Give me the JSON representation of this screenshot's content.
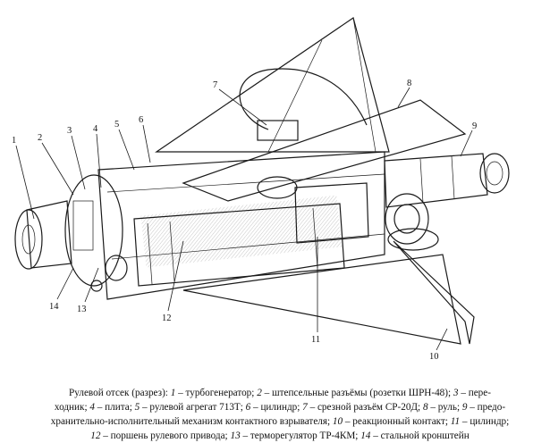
{
  "labels": {
    "l1": "1",
    "l2": "2",
    "l3": "3",
    "l4": "4",
    "l5": "5",
    "l6": "6",
    "l7": "7",
    "l8": "8",
    "l9": "9",
    "l10": "10",
    "l11": "11",
    "l12": "12",
    "l13": "13",
    "l14": "14"
  },
  "caption": {
    "line1_a": "Рулевой отсек (разрез): ",
    "n1": "1",
    "t1": " – турбогенератор; ",
    "n2": "2",
    "t2": " – штепсельные разъёмы (розетки ШРН-48); ",
    "n3": "3",
    "t3": " – пере-",
    "line2_a": "ходник; ",
    "n4": "4",
    "t4": " – плита; ",
    "n5": "5",
    "t5": " – рулевой агрегат 713Т; ",
    "n6": "6",
    "t6": " – цилиндр; ",
    "n7": "7",
    "t7": " – срезной разъём СР-20Д; ",
    "n8": "8",
    "t8": " – руль; ",
    "n9": "9",
    "t9": " – предо-",
    "line3_a": "хранительно-исполнительный  механизм контактного  взрывателя; ",
    "n10": "10",
    "t10": " – реакционный контакт; ",
    "n11": "11",
    "t11": " – цилиндр;",
    "n12": "12",
    "t12": " – поршень рулевого привода; ",
    "n13": "13",
    "t13": " – терморегулятор ТР-4КМ; ",
    "n14": "14",
    "t14": " – стальной кронштейн"
  }
}
